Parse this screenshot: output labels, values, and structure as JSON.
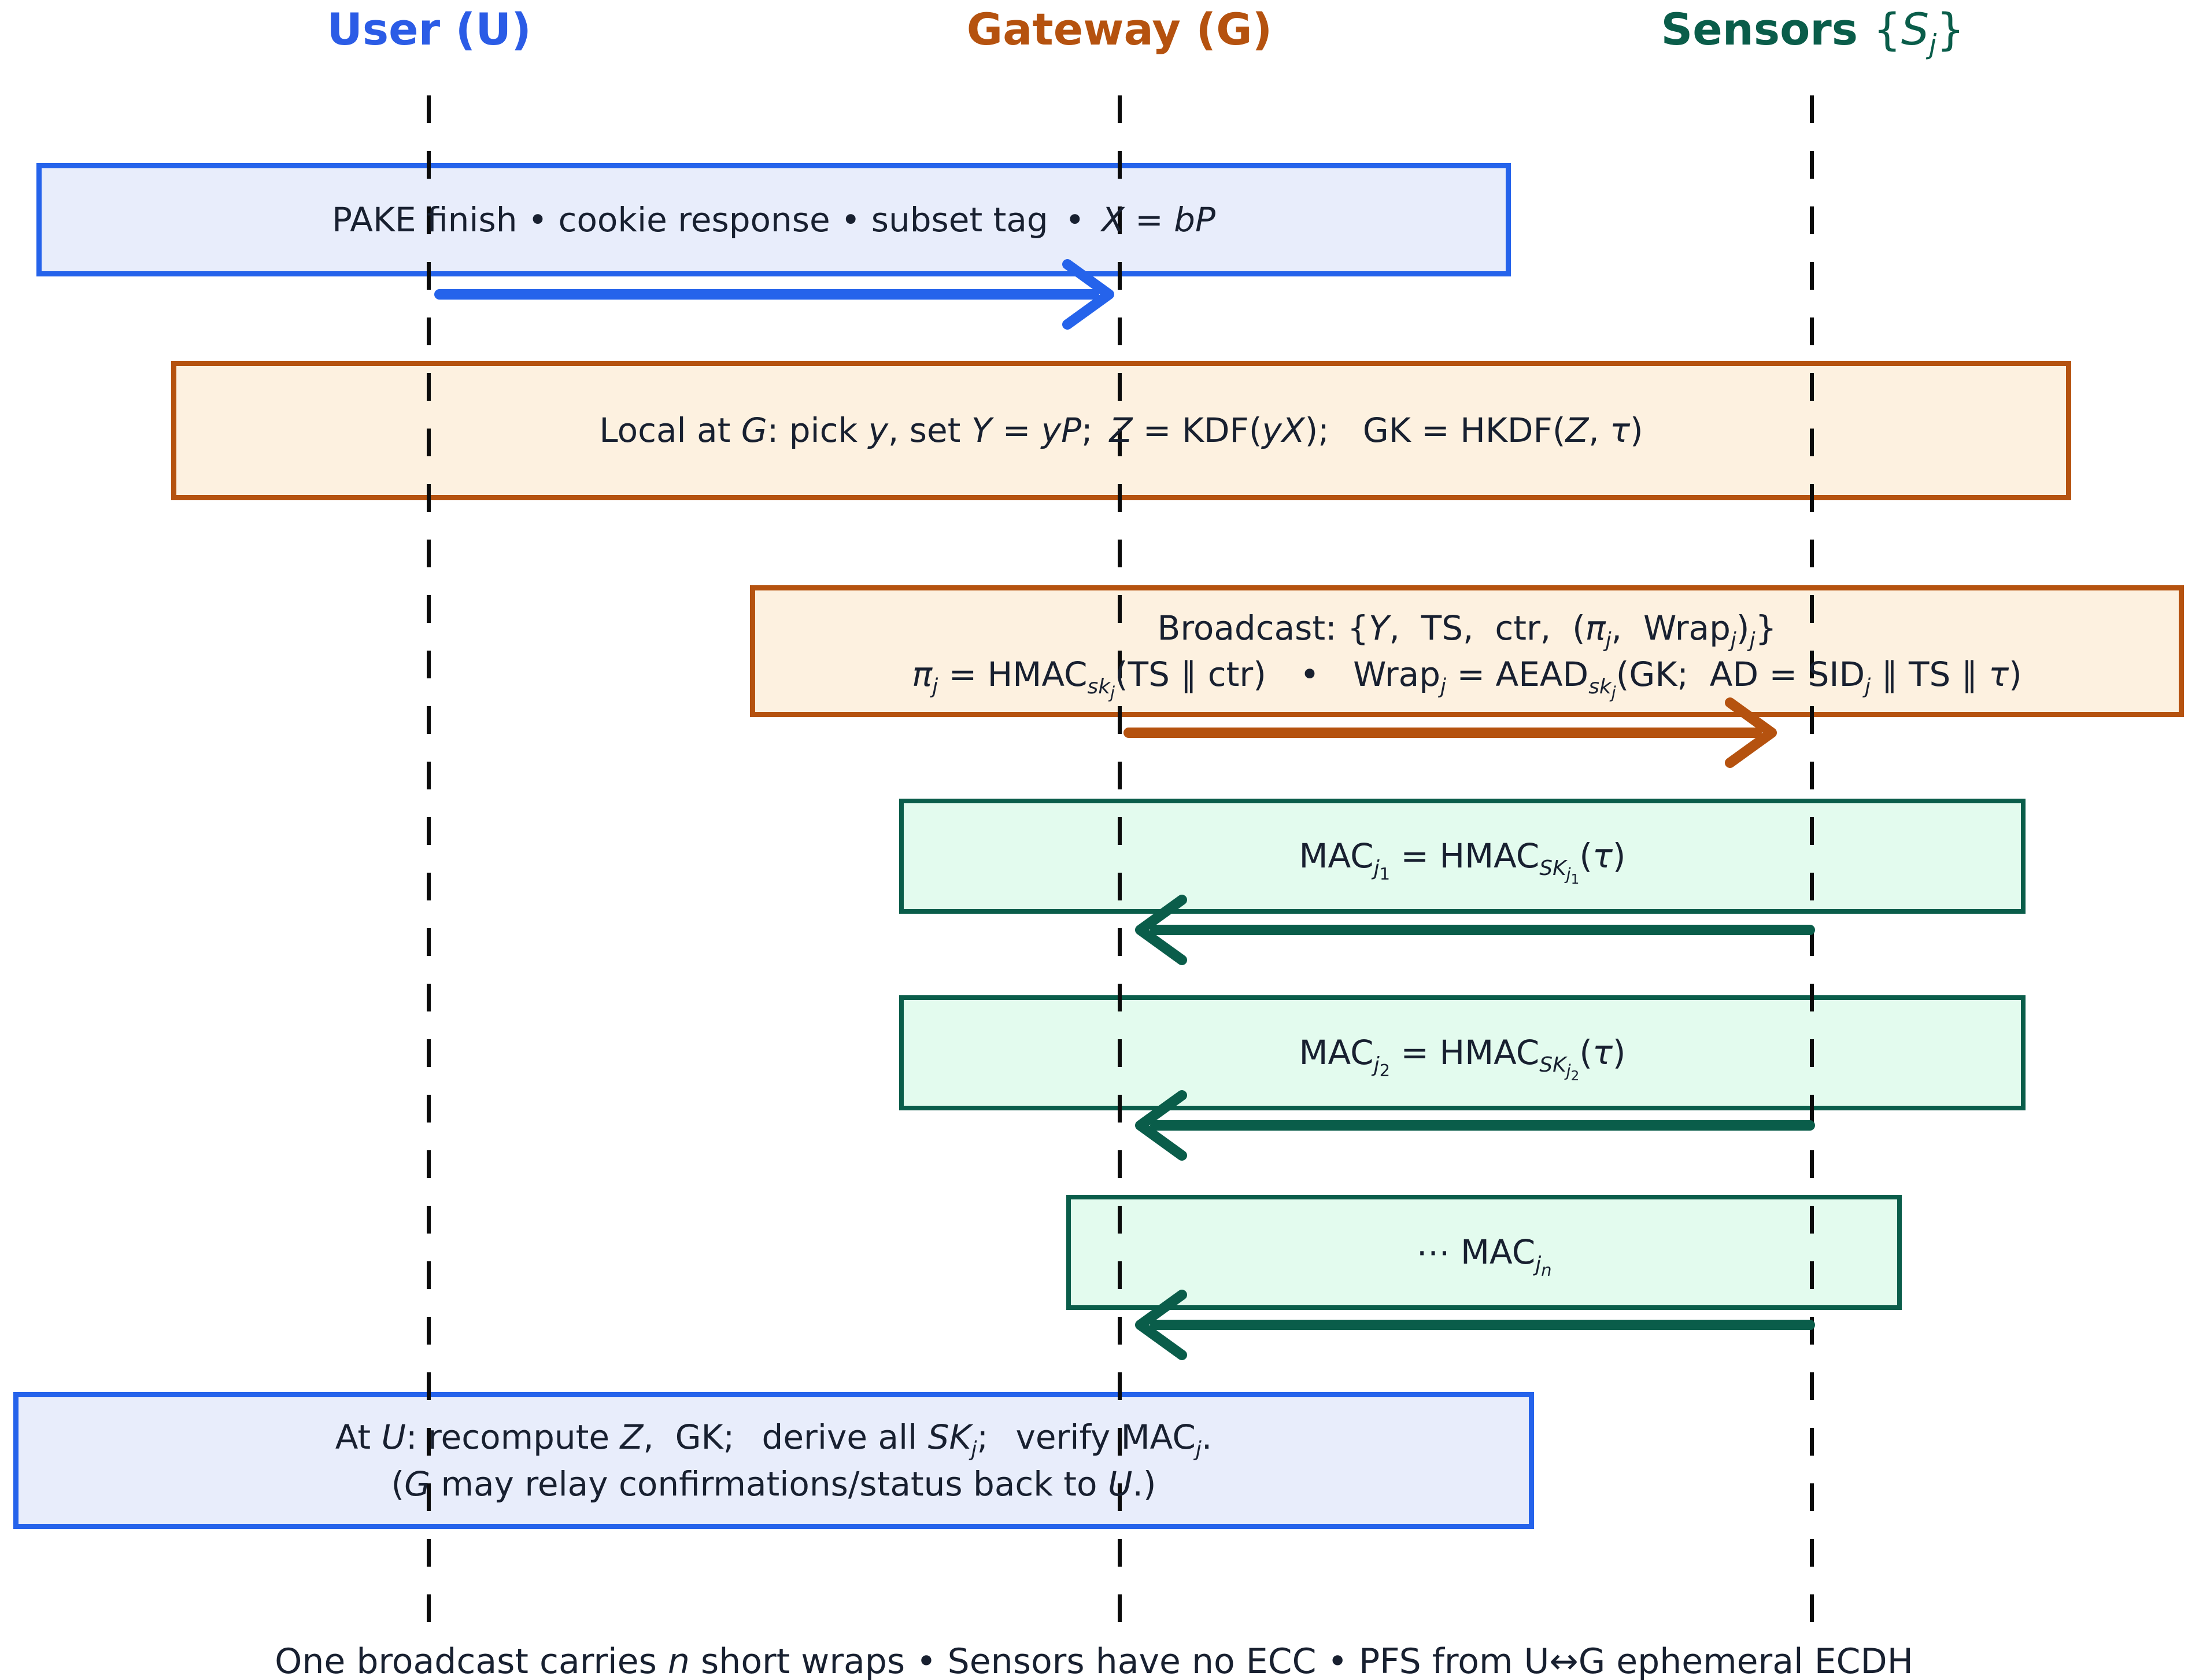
{
  "diagram_type": "protocol-sequence-diagram",
  "colors": {
    "user_blue": "#2b5ce6",
    "blue_border": "#2563eb",
    "blue_fill": "#e8edfb",
    "gateway_orange": "#b5520f",
    "orange_fill": "#fdf1e0",
    "sensors_green": "#0a5d4a",
    "green_fill": "#e3fbee",
    "text": "#182030",
    "lifeline": "#0b0b0b",
    "background": "#ffffff"
  },
  "actors": [
    {
      "id": "user",
      "html": "User (U)"
    },
    {
      "id": "gateway",
      "html": "Gateway (G)"
    },
    {
      "id": "sensors",
      "html": "Sensors <span class=\"mn\">{<i>S</i><sub><i>j</i></sub>}</span>"
    }
  ],
  "messages": [
    {
      "id": "pake",
      "from": "User (U)",
      "to": "Gateway (G)",
      "arrow": "right",
      "html": "PAKE finish • cookie response • subset tag&ensp;•&ensp;<i>X</i> = <i>bP</i>"
    },
    {
      "id": "local_at_g",
      "from": "Gateway (G)",
      "to": "Gateway (G)",
      "arrow": "none",
      "html": "Local at <i>G</i>: pick <i>y</i>, set <i>Y</i> = <i>yP</i>;&ensp;<i>Z</i> = KDF(<i>yX</i>);&emsp;GK = HKDF(<i>Z</i>, <i>τ</i>)"
    },
    {
      "id": "broadcast",
      "from": "Gateway (G)",
      "to": "Sensors {Sj}",
      "arrow": "right",
      "line1_html": "Broadcast: {<i>Y</i>, &nbsp;TS, &nbsp;ctr, &nbsp;(<i>π</i><sub><i>j</i></sub>, &nbsp;Wrap<sub><i>j</i></sub>)<sub><i>j</i></sub>}",
      "line2_html": "<i>π</i><sub><i>j</i></sub> = HMAC<sub><i>sk</i><sub><i>j</i></sub></sub>(TS ∥ ctr)&emsp;•&emsp;Wrap<sub><i>j</i></sub> = AEAD<sub><i>sk</i><sub><i>j</i></sub></sub>(GK; &nbsp;AD = SID<sub><i>j</i></sub> ∥ TS ∥ <i>τ</i>)"
    },
    {
      "id": "mac_j1",
      "from": "Sensors {Sj}",
      "to": "Gateway (G)",
      "arrow": "left",
      "html": "MAC<sub><i>j</i><sub>1</sub></sub> = HMAC<sub><i>SK</i><sub><i>j</i><sub>1</sub></sub></sub>(<i>τ</i>)"
    },
    {
      "id": "mac_j2",
      "from": "Sensors {Sj}",
      "to": "Gateway (G)",
      "arrow": "left",
      "html": "MAC<sub><i>j</i><sub>2</sub></sub> = HMAC<sub><i>SK</i><sub><i>j</i><sub>2</sub></sub></sub>(<i>τ</i>)"
    },
    {
      "id": "mac_jn",
      "from": "Sensors {Sj}",
      "to": "Gateway (G)",
      "arrow": "left",
      "html": "⋯ MAC<sub><i>j</i><sub><i>n</i></sub></sub>"
    },
    {
      "id": "at_user",
      "from": "User (U)",
      "to": "User (U)",
      "arrow": "none",
      "line1_html": "At <i>U</i>: recompute <i>Z</i>, &nbsp;GK; &ensp;derive all <i>SK</i><sub><i>j</i></sub>; &ensp;verify MAC<sub><i>j</i></sub>.",
      "line2_html": "(<i>G</i> may relay confirmations/status back to <i>U</i>.)"
    }
  ],
  "caption_html": "One broadcast carries <i>n</i> short wraps • Sensors have no ECC • PFS from U↔G ephemeral ECDH"
}
